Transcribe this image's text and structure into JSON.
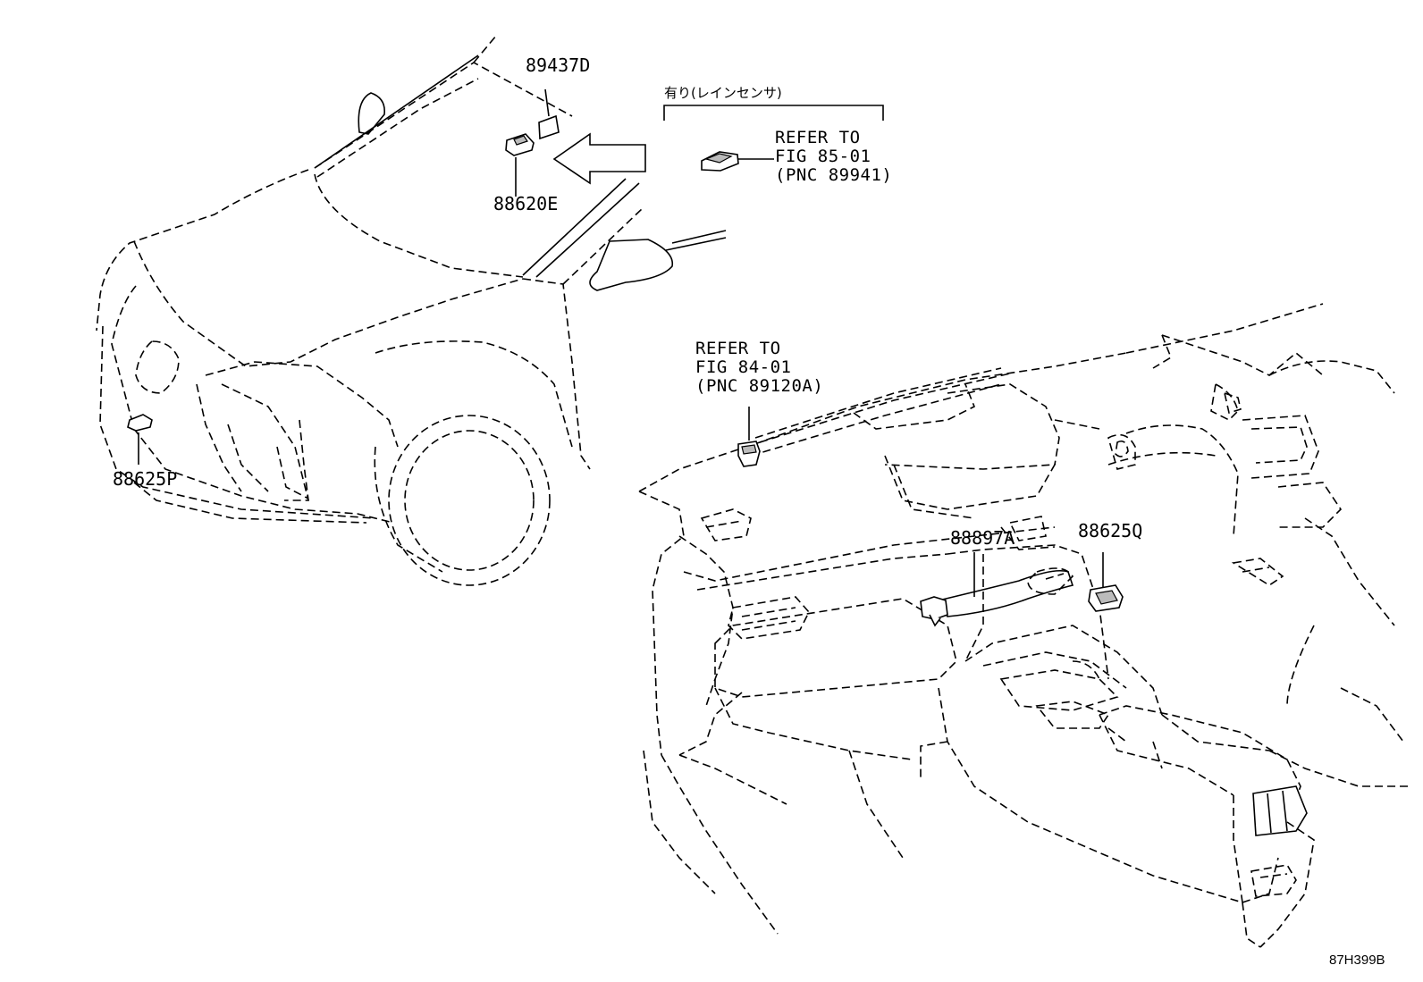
{
  "labels": {
    "part_89437D": "89437D",
    "part_88620E": "88620E",
    "part_88625P": "88625P",
    "part_88897A": "88897A",
    "part_88625Q": "88625Q",
    "rain_sensor_note": "有り(レインセンサ)",
    "refer_rain": [
      "REFER TO",
      "FIG 85-01",
      "(PNC 89941)"
    ],
    "refer_dash": [
      "REFER TO",
      "FIG 84-01",
      "(PNC 89120A)"
    ],
    "diagram_code": "87H399B"
  }
}
